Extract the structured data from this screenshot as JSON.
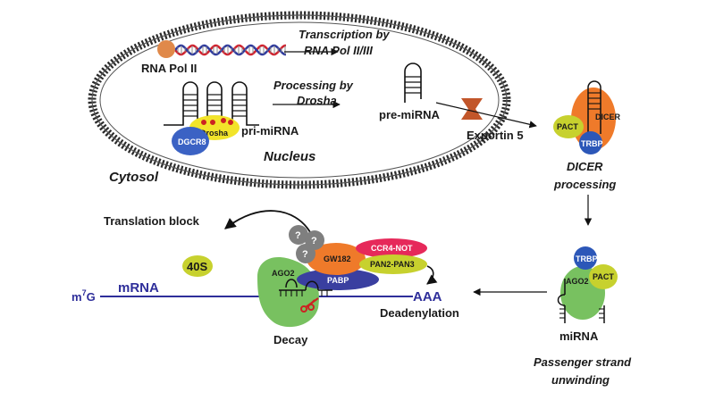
{
  "labels": {
    "rna_pol_ii": "RNA Pol II",
    "transcription_line1": "Transcription by",
    "transcription_line2": "RNA Pol II/III",
    "processing_line1": "Processing by",
    "processing_line2": "Drosha",
    "pre_mirna": "pre-miRNA",
    "pri_mirna": "pri-miRNA",
    "drosha": "Drosha",
    "dgcr8": "DGCR8",
    "nucleus": "Nucleus",
    "exportin": "Exportin 5",
    "cytosol": "Cytosol",
    "dicer": "DICER",
    "pact": "PACT",
    "trbp": "TRBP",
    "dicer_processing_line1": "DICER",
    "dicer_processing_line2": "processing",
    "translation_block": "Translation block",
    "forty_s": "40S",
    "question": "?",
    "ccr4_not": "CCR4-NOT",
    "gw182": "GW182",
    "pan2_pan3": "PAN2-PAN3",
    "pabp": "PABP",
    "ago2": "AGO2",
    "m7g_base": "m",
    "m7g_sup": "7",
    "m7g_end": "G",
    "mrna": "mRNA",
    "aaa": "AAA",
    "deadenylation": "Deadenylation",
    "decay": "Decay",
    "mirna": "miRNA",
    "passenger_line1": "Passenger strand",
    "passenger_line2": "unwinding"
  },
  "colors": {
    "membrane": "#2b2b2b",
    "dna_red": "#d3212d",
    "dna_blue": "#2e3a9e",
    "pol_ii": "#e0894a",
    "drosha": "#f2e42a",
    "dgcr8": "#3b62c4",
    "dicer": "#ef7a2a",
    "pact": "#c7d12e",
    "trbp": "#2c57b8",
    "ago2": "#78c160",
    "ccr4_not": "#e6295a",
    "gw182": "#ef7a2a",
    "pan2_pan3": "#c7d12e",
    "pabp": "#3a3fa0",
    "question": "#7f7f7f",
    "forty_s": "#c7d12e",
    "mrna_line": "#2e2e9a",
    "exportin": "#c2562a"
  }
}
